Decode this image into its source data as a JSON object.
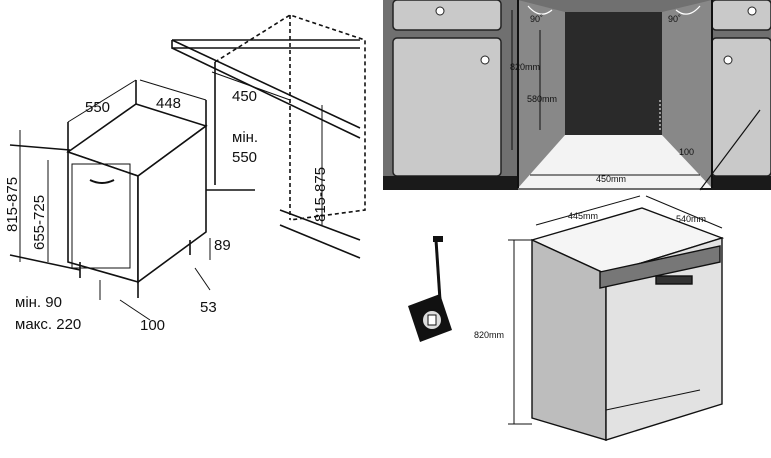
{
  "left_drawing": {
    "width": "550",
    "depth": "448",
    "niche_depth": "450",
    "niche_min_label": "мін.",
    "niche_min_value": "550",
    "height_total_left": "815-875",
    "height_body": "655-725",
    "height_niche": "815-875",
    "plinth_height": "89",
    "plinth_gap": "53",
    "plinth_depth": "100",
    "foot_min": "мін. 90",
    "foot_max": "макс. 220"
  },
  "niche_photo": {
    "angle_left": "90˚",
    "angle_right": "90˚",
    "height": "820mm",
    "depth": "580mm",
    "width": "450mm",
    "plinth": "100"
  },
  "appliance_drawing": {
    "width": "445mm",
    "depth": "540mm",
    "height": "820mm"
  },
  "tape_measure_icon": "tape-measure-icon"
}
